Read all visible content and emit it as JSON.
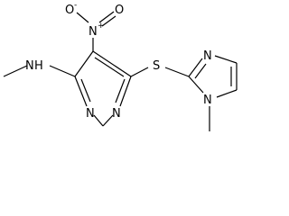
{
  "molecule": {
    "atoms": {
      "nitro_oxygen_minus": "O",
      "nitro_oxygen_minus_charge": "-",
      "nitro_nitrogen": "N",
      "nitro_nitrogen_charge": "+",
      "nitro_oxygen_double": "O",
      "amine_nitrogen": "N",
      "amine_hydrogen": "H",
      "pyrimidine_n3": "N",
      "pyrimidine_n1": "N",
      "thioether_sulfur": "S",
      "imidazole_n3": "N",
      "imidazole_n1": "N"
    }
  }
}
